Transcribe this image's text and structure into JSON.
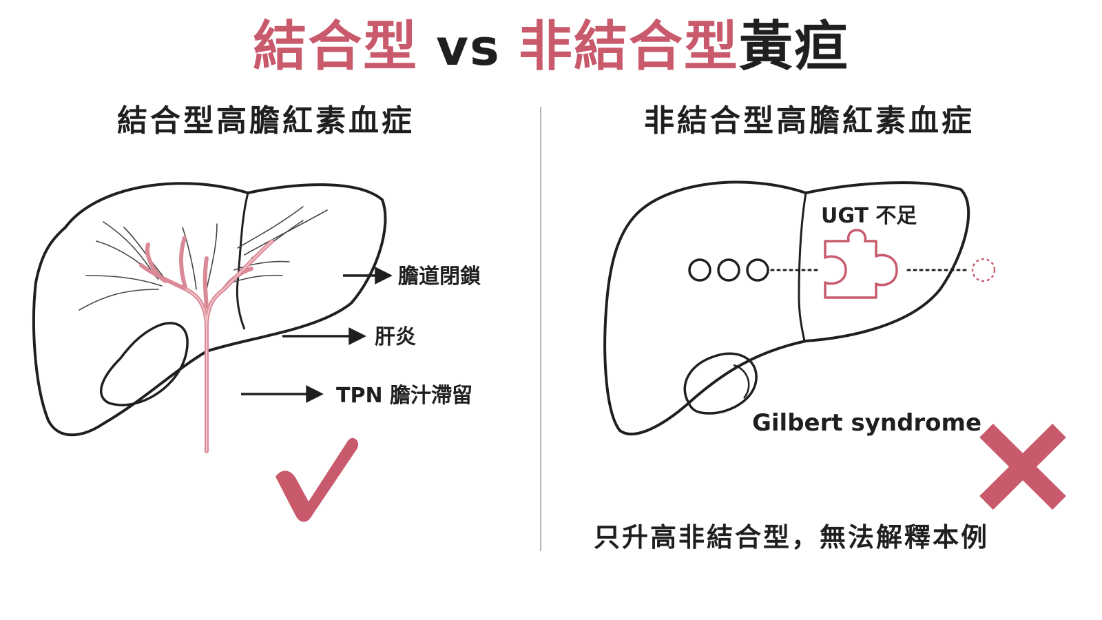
{
  "title": {
    "part1": "結合型",
    "vs": "vs",
    "part2": "非結合型",
    "part3": "黃疸"
  },
  "left_panel": {
    "heading": "結合型高膽紅素血症",
    "causes": [
      "膽道閉鎖",
      "肝炎",
      "TPN 膽汁滯留"
    ],
    "verdict_icon": "check-icon"
  },
  "right_panel": {
    "heading": "非結合型高膽紅素血症",
    "enzyme_label": "UGT 不足",
    "syndrome_label": "Gilbert syndrome",
    "verdict_icon": "cross-icon",
    "note": "只升高非結合型，無法解釋本例"
  },
  "colors": {
    "accent": "#c85a6c",
    "ink": "#1f1f1f",
    "divider": "#b5b5b5"
  }
}
